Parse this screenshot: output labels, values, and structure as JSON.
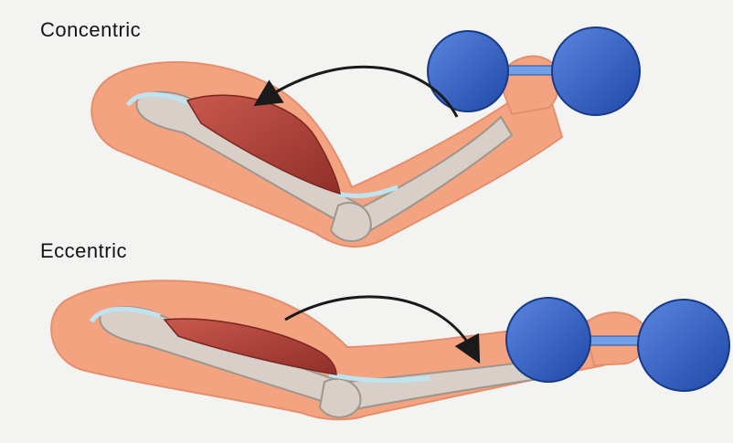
{
  "panels": [
    {
      "label": "Concentric",
      "arrow_direction": "toward shoulder",
      "dumbbell_color": "#2f5fc6"
    },
    {
      "label": "Eccentric",
      "arrow_direction": "away from shoulder",
      "dumbbell_color": "#2f5fc6"
    }
  ],
  "colors": {
    "skin": "#f4a380",
    "muscle": "#b5443a",
    "bone": "#d8d0c8",
    "tendon": "#bfe3ef",
    "arrow": "#1a1a1a"
  }
}
